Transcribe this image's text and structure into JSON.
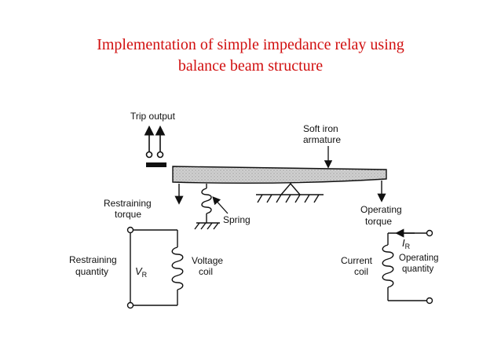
{
  "slide": {
    "title_line1": "Implementation of simple impedance relay using",
    "title_line2": "balance beam structure"
  },
  "diagram": {
    "trip_output": "Trip output",
    "soft_iron_line1": "Soft iron",
    "soft_iron_line2": "armature",
    "restraining_torque_line1": "Restraining",
    "restraining_torque_line2": "torque",
    "spring": "Spring",
    "operating_torque_line1": "Operating",
    "operating_torque_line2": "torque",
    "restraining_quantity_line1": "Restraining",
    "restraining_quantity_line2": "quantity",
    "vr_main": "V",
    "vr_sub": "R",
    "voltage_coil_line1": "Voltage",
    "voltage_coil_line2": "coil",
    "ir_main": "I",
    "ir_sub": "R",
    "current_coil_line1": "Current",
    "current_coil_line2": "coil",
    "operating_quantity_line1": "Operating",
    "operating_quantity_line2": "quantity"
  }
}
